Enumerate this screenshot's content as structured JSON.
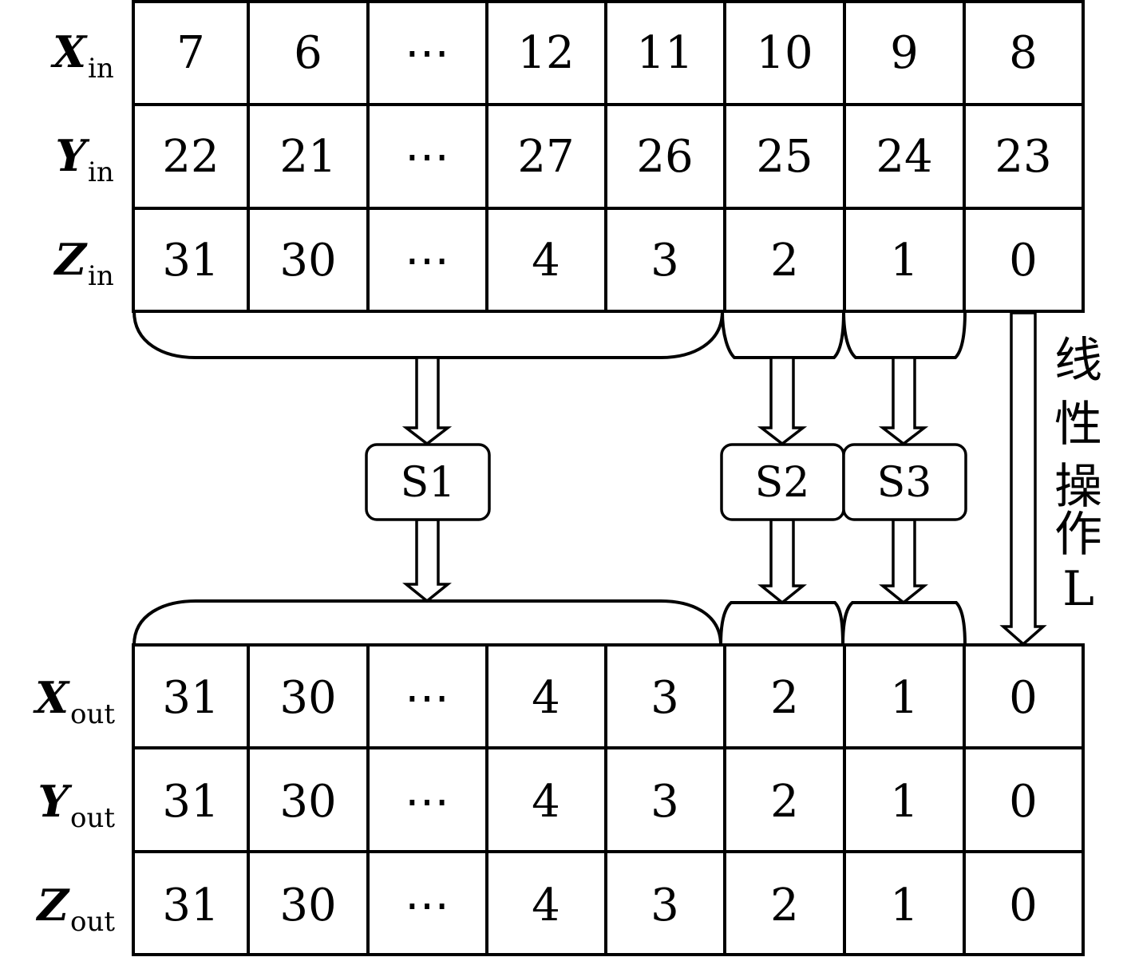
{
  "input_rows": [
    {
      "label": "X",
      "sub": "in",
      "cells": [
        "7",
        "6",
        "⋯",
        "12",
        "11",
        "10",
        "9",
        "8"
      ]
    },
    {
      "label": "Y",
      "sub": "in",
      "cells": [
        "22",
        "21",
        "⋯",
        "27",
        "26",
        "25",
        "24",
        "23"
      ]
    },
    {
      "label": "Z",
      "sub": "in",
      "cells": [
        "31",
        "30",
        "⋯",
        "4",
        "3",
        "2",
        "1",
        "0"
      ]
    }
  ],
  "output_rows": [
    {
      "label": "X",
      "sub": "out",
      "cells": [
        "31",
        "30",
        "⋯",
        "4",
        "3",
        "2",
        "1",
        "0"
      ]
    },
    {
      "label": "Y",
      "sub": "out",
      "cells": [
        "31",
        "30",
        "⋯",
        "4",
        "3",
        "2",
        "1",
        "0"
      ]
    },
    {
      "label": "Z",
      "sub": "out",
      "cells": [
        "31",
        "30",
        "⋯",
        "4",
        "3",
        "2",
        "1",
        "0"
      ]
    }
  ],
  "sboxes": [
    "S1",
    "S2",
    "S3"
  ],
  "linear_op": [
    "线",
    "性",
    "操",
    "作",
    "L"
  ]
}
